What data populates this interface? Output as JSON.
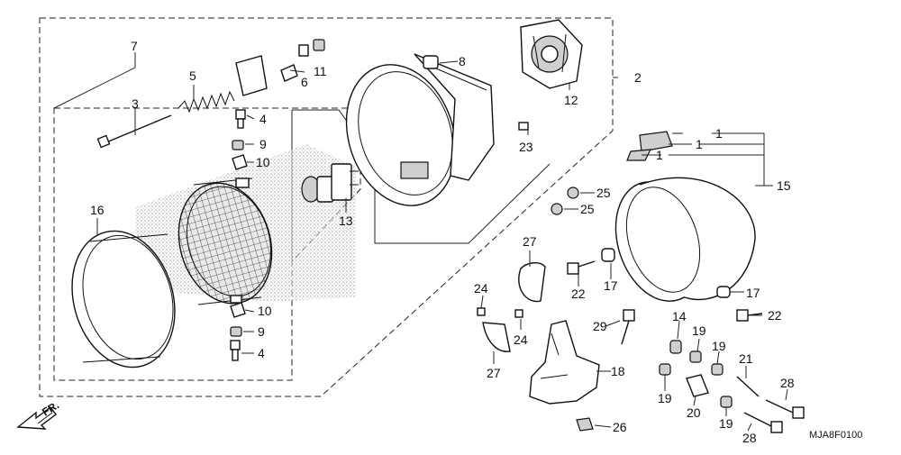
{
  "diagram_code": "MJA8F0100",
  "direction_label": "FR.",
  "callouts": [
    {
      "id": "c1a",
      "label": "1"
    },
    {
      "id": "c1b",
      "label": "1"
    },
    {
      "id": "c1c",
      "label": "1"
    },
    {
      "id": "c2",
      "label": "2"
    },
    {
      "id": "c3",
      "label": "3"
    },
    {
      "id": "c4a",
      "label": "4"
    },
    {
      "id": "c4b",
      "label": "4"
    },
    {
      "id": "c5",
      "label": "5"
    },
    {
      "id": "c6",
      "label": "6"
    },
    {
      "id": "c7",
      "label": "7"
    },
    {
      "id": "c8",
      "label": "8"
    },
    {
      "id": "c9a",
      "label": "9"
    },
    {
      "id": "c9b",
      "label": "9"
    },
    {
      "id": "c10a",
      "label": "10"
    },
    {
      "id": "c10b",
      "label": "10"
    },
    {
      "id": "c11",
      "label": "11"
    },
    {
      "id": "c12",
      "label": "12"
    },
    {
      "id": "c13",
      "label": "13"
    },
    {
      "id": "c14",
      "label": "14"
    },
    {
      "id": "c15",
      "label": "15"
    },
    {
      "id": "c16",
      "label": "16"
    },
    {
      "id": "c17a",
      "label": "17"
    },
    {
      "id": "c17b",
      "label": "17"
    },
    {
      "id": "c18",
      "label": "18"
    },
    {
      "id": "c19a",
      "label": "19"
    },
    {
      "id": "c19b",
      "label": "19"
    },
    {
      "id": "c19c",
      "label": "19"
    },
    {
      "id": "c19d",
      "label": "19"
    },
    {
      "id": "c20",
      "label": "20"
    },
    {
      "id": "c21",
      "label": "21"
    },
    {
      "id": "c22a",
      "label": "22"
    },
    {
      "id": "c22b",
      "label": "22"
    },
    {
      "id": "c23",
      "label": "23"
    },
    {
      "id": "c24a",
      "label": "24"
    },
    {
      "id": "c24b",
      "label": "24"
    },
    {
      "id": "c25a",
      "label": "25"
    },
    {
      "id": "c25b",
      "label": "25"
    },
    {
      "id": "c26",
      "label": "26"
    },
    {
      "id": "c27a",
      "label": "27"
    },
    {
      "id": "c27b",
      "label": "27"
    },
    {
      "id": "c28a",
      "label": "28"
    },
    {
      "id": "c28b",
      "label": "28"
    },
    {
      "id": "c29",
      "label": "29"
    }
  ]
}
